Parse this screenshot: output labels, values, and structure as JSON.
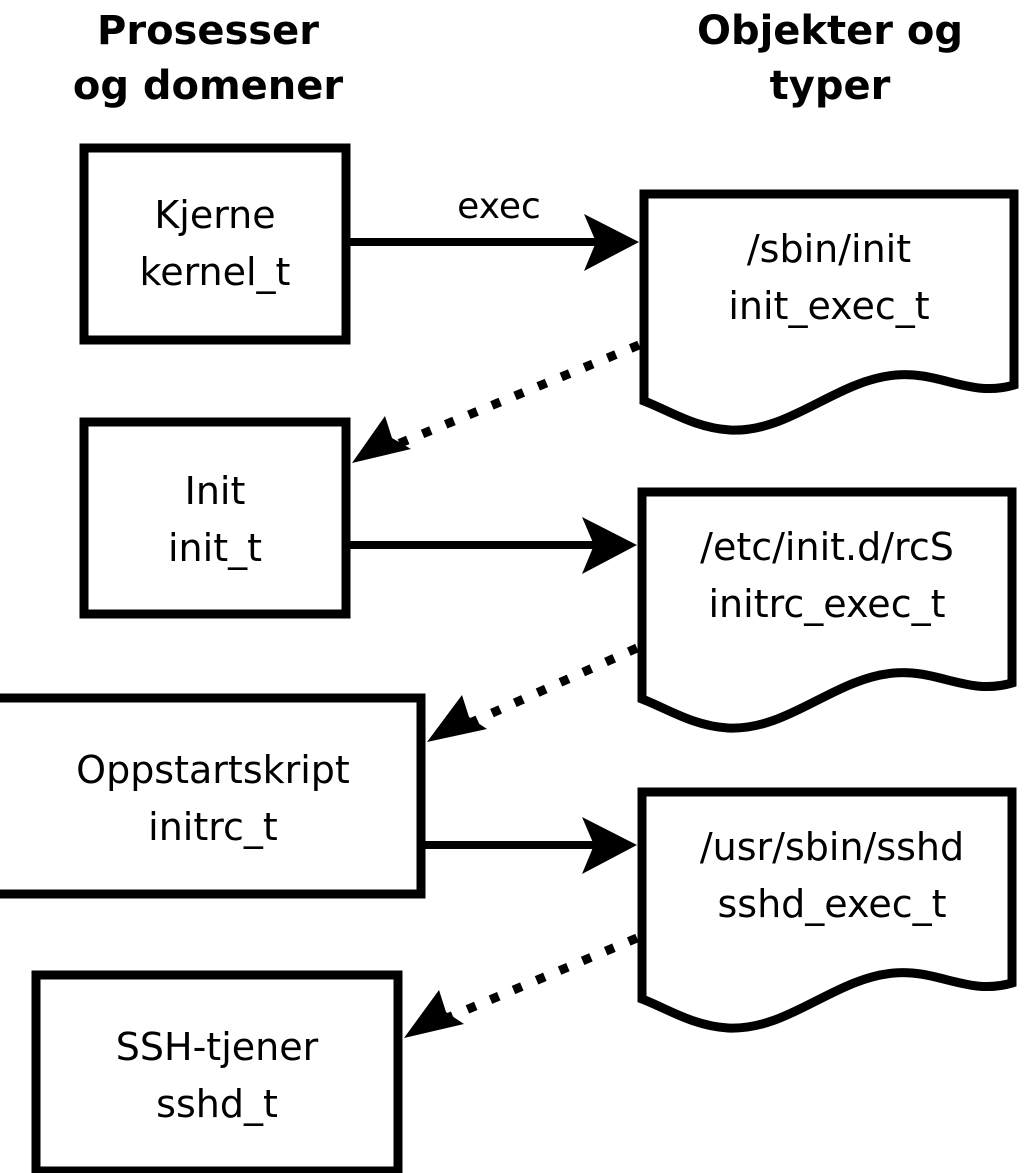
{
  "diagram": {
    "title_left": "Prosesser og domener",
    "title_right": "Objekter og typer",
    "background_color": "#ffffff",
    "stroke_color": "#000000"
  },
  "columns": {
    "left": {
      "header_line1": "Prosesser",
      "header_line2": "og domener"
    },
    "right": {
      "header_line1": "Objekter og",
      "header_line2": "typer"
    }
  },
  "process_nodes": [
    {
      "id": "kernel",
      "line1": "Kjerne",
      "line2": "kernel_t"
    },
    {
      "id": "init",
      "line1": "Init",
      "line2": "init_t"
    },
    {
      "id": "initrc",
      "line1": "Oppstartskript",
      "line2": "initrc_t"
    },
    {
      "id": "sshd",
      "line1": "SSH-tjener",
      "line2": "sshd_t"
    }
  ],
  "object_nodes": [
    {
      "id": "init_exec",
      "line1": "/sbin/init",
      "line2": "init_exec_t"
    },
    {
      "id": "initrc_exec",
      "line1": "/etc/init.d/rcS",
      "line2": "initrc_exec_t"
    },
    {
      "id": "sshd_exec",
      "line1": "/usr/sbin/sshd",
      "line2": "sshd_exec_t"
    }
  ],
  "edges": [
    {
      "id": "kernel-to-init_exec",
      "label": "exec",
      "style": "solid"
    },
    {
      "id": "init_exec-to-init",
      "label": "",
      "style": "dotted"
    },
    {
      "id": "init-to-initrc_exec",
      "label": "",
      "style": "solid"
    },
    {
      "id": "initrc_exec-to-initrc",
      "label": "",
      "style": "dotted"
    },
    {
      "id": "initrc-to-sshd_exec",
      "label": "",
      "style": "solid"
    },
    {
      "id": "sshd_exec-to-sshd",
      "label": "",
      "style": "dotted"
    }
  ]
}
